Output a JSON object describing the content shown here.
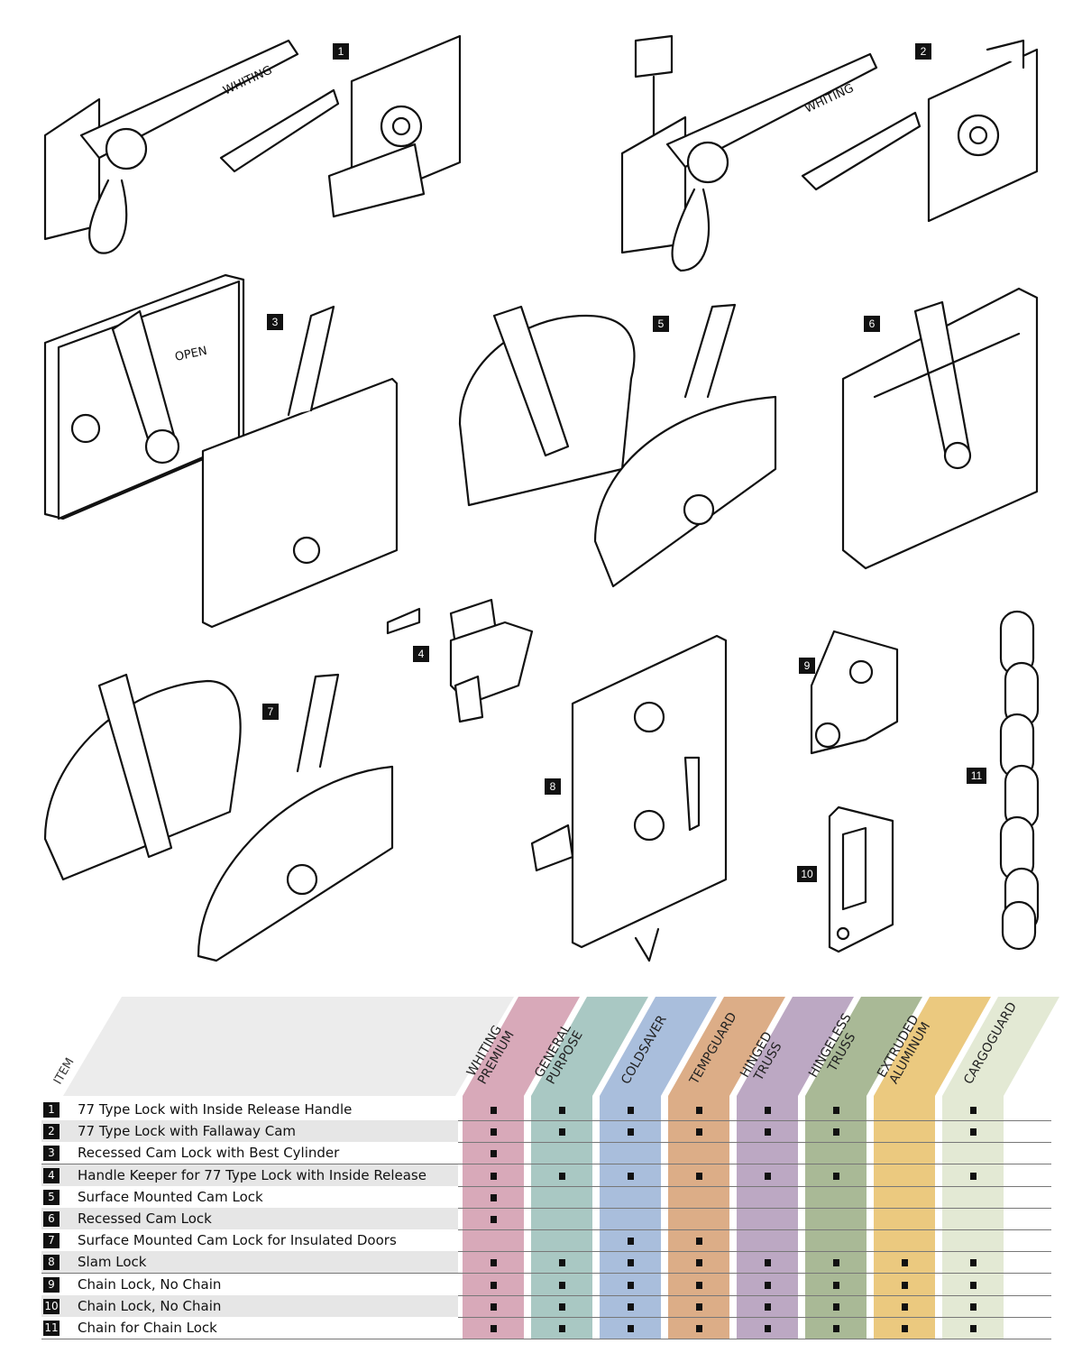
{
  "brand_text": "WHITING",
  "handle_text": "WHITING",
  "plate_text": "OPEN",
  "illustrations": [
    {
      "num": "1"
    },
    {
      "num": "2"
    },
    {
      "num": "3"
    },
    {
      "num": "4"
    },
    {
      "num": "5"
    },
    {
      "num": "6"
    },
    {
      "num": "7"
    },
    {
      "num": "8"
    },
    {
      "num": "9"
    },
    {
      "num": "10"
    },
    {
      "num": "11"
    }
  ],
  "table": {
    "item_header": "ITEM",
    "columns": [
      {
        "label": "WHITING PREMIUM",
        "color": "#d8a9b9"
      },
      {
        "label": "GENERAL PURPOSE",
        "color": "#a9c8c3"
      },
      {
        "label": "COLDSAVER",
        "color": "#a9bedc"
      },
      {
        "label": "TEMPGUARD",
        "color": "#dcad87"
      },
      {
        "label": "HINGED TRUSS",
        "color": "#bca8c3"
      },
      {
        "label": "HINGELESS TRUSS",
        "color": "#a9b996"
      },
      {
        "label": "EXTRUDED ALUMINUM",
        "color": "#ebc97f"
      },
      {
        "label": "CARGOGUARD",
        "color": "#e3e9d4"
      }
    ],
    "rows": [
      {
        "num": "1",
        "label": "77 Type Lock with Inside Release Handle",
        "marks": [
          1,
          1,
          1,
          1,
          1,
          1,
          0,
          1
        ]
      },
      {
        "num": "2",
        "label": "77 Type Lock with Fallaway Cam",
        "marks": [
          1,
          1,
          1,
          1,
          1,
          1,
          0,
          1
        ]
      },
      {
        "num": "3",
        "label": "Recessed Cam Lock with Best Cylinder",
        "marks": [
          1,
          0,
          0,
          0,
          0,
          0,
          0,
          0
        ]
      },
      {
        "num": "4",
        "label": "Handle Keeper for 77 Type Lock with Inside Release",
        "marks": [
          1,
          1,
          1,
          1,
          1,
          1,
          0,
          1
        ]
      },
      {
        "num": "5",
        "label": "Surface Mounted Cam Lock",
        "marks": [
          1,
          0,
          0,
          0,
          0,
          0,
          0,
          0
        ]
      },
      {
        "num": "6",
        "label": "Recessed Cam Lock",
        "marks": [
          1,
          0,
          0,
          0,
          0,
          0,
          0,
          0
        ]
      },
      {
        "num": "7",
        "label": "Surface Mounted Cam Lock for Insulated Doors",
        "marks": [
          0,
          0,
          1,
          1,
          0,
          0,
          0,
          0
        ]
      },
      {
        "num": "8",
        "label": "Slam Lock",
        "marks": [
          1,
          1,
          1,
          1,
          1,
          1,
          1,
          1
        ]
      },
      {
        "num": "9",
        "label": "Chain Lock, No Chain",
        "marks": [
          1,
          1,
          1,
          1,
          1,
          1,
          1,
          1
        ]
      },
      {
        "num": "10",
        "label": "Chain Lock, No Chain",
        "marks": [
          1,
          1,
          1,
          1,
          1,
          1,
          1,
          1
        ]
      },
      {
        "num": "11",
        "label": "Chain for Chain Lock",
        "marks": [
          1,
          1,
          1,
          1,
          1,
          1,
          1,
          1
        ]
      }
    ]
  }
}
